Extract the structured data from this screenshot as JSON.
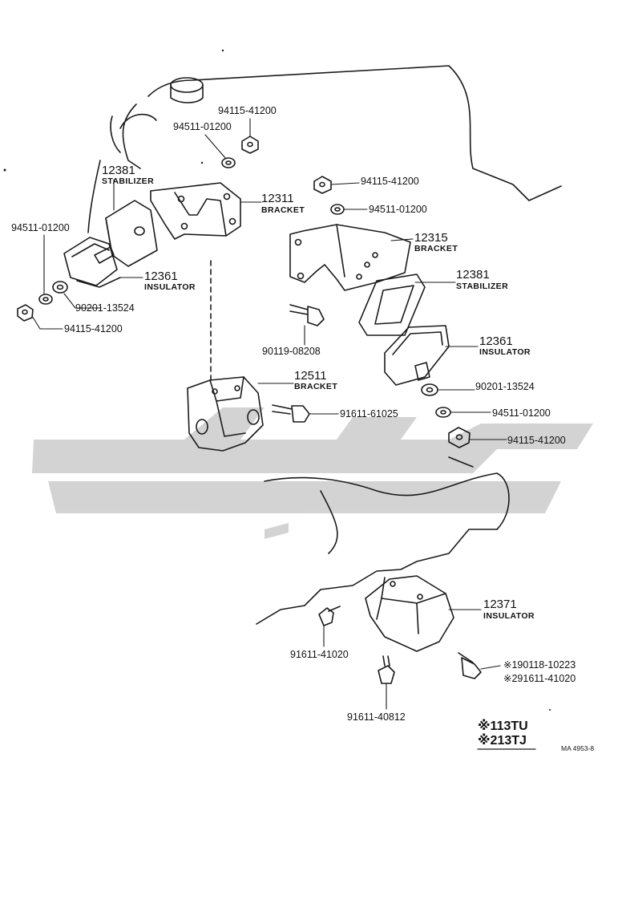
{
  "colors": {
    "ink": "#1a1a1a",
    "watermark": "#c8c8c8",
    "paper": "#ffffff"
  },
  "callouts": {
    "p94115_top": "94115-41200",
    "p94511_top": "94511-01200",
    "p12381_left": {
      "number": "12381",
      "name": "STABILIZER"
    },
    "p12311": {
      "number": "12311",
      "name": "BRACKET"
    },
    "p94511_left": "94511-01200",
    "p12361_left": {
      "number": "12361",
      "name": "INSULATOR"
    },
    "p90201_left": "90201-13524",
    "p94115_left": "94115-41200",
    "p94115_right_top": "94115-41200",
    "p94511_right_top": "94511-01200",
    "p12315": {
      "number": "12315",
      "name": "BRACKET"
    },
    "p12381_right": {
      "number": "12381",
      "name": "STABILIZER"
    },
    "p90119": "90119-08208",
    "p12361_right": {
      "number": "12361",
      "name": "INSULATOR"
    },
    "p12511": {
      "number": "12511",
      "name": "BRACKET"
    },
    "p90201_right": "90201-13524",
    "p91611_61025": "91611-61025",
    "p94511_right_low": "94511-01200",
    "p94115_right_low": "94115-41200",
    "p12371": {
      "number": "12371",
      "name": "INSULATOR"
    },
    "p91611_41020": "91611-41020",
    "p_star1_part": "※190118-10223",
    "p_star2_part": "※291611-41020",
    "p91611_40812": "91611-40812"
  },
  "legend": {
    "line1": "※113TU",
    "line2": "※213TJ"
  },
  "figure_id": "MA 4953-8"
}
